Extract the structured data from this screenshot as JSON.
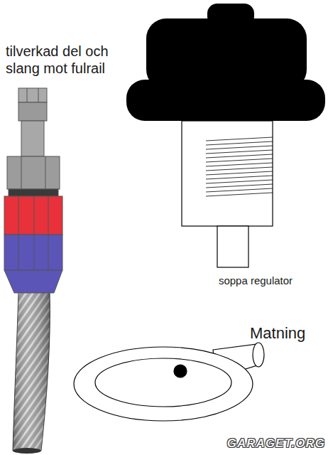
{
  "diagram": {
    "labels": [
      "tilverkad del och slang mot fulrail",
      "soppa regulator",
      "Matning",
      "GARAGET.ORG"
    ]
  }
}
